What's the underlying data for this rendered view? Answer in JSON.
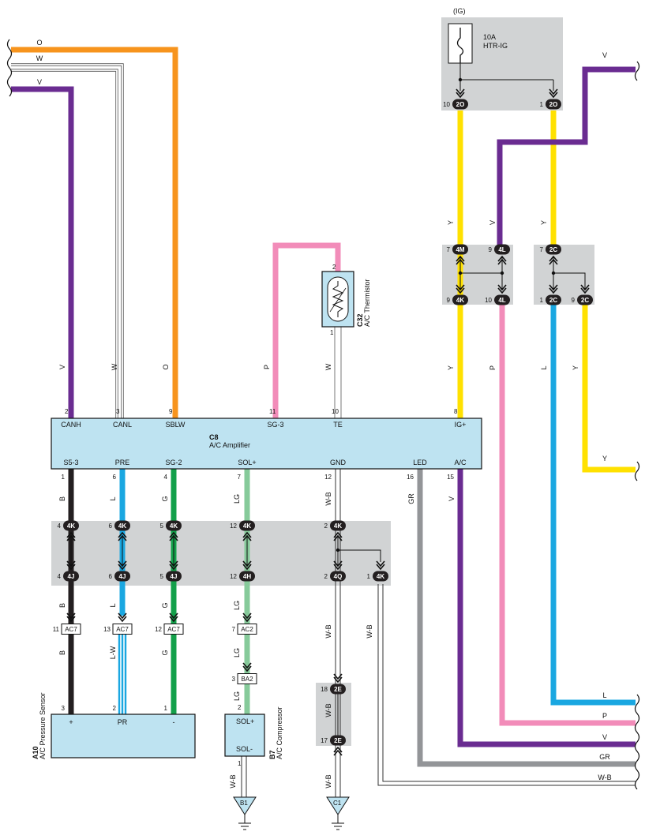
{
  "power": {
    "source": "(IG)",
    "fuse_rating": "10A",
    "fuse_name": "HTR-IG"
  },
  "amplifier": {
    "code": "C8",
    "name": "A/C Amplifier",
    "top_pins": [
      {
        "num": "2",
        "name": "CANH"
      },
      {
        "num": "3",
        "name": "CANL"
      },
      {
        "num": "9",
        "name": "SBLW"
      },
      {
        "num": "11",
        "name": "SG-3"
      },
      {
        "num": "10",
        "name": "TE"
      },
      {
        "num": "8",
        "name": "IG+"
      }
    ],
    "bottom_pins": [
      {
        "num": "1",
        "name": "S5-3"
      },
      {
        "num": "6",
        "name": "PRE"
      },
      {
        "num": "4",
        "name": "SG-2"
      },
      {
        "num": "7",
        "name": "SOL+"
      },
      {
        "num": "12",
        "name": "GND"
      },
      {
        "num": "16",
        "name": "LED"
      },
      {
        "num": "15",
        "name": "A/C"
      }
    ]
  },
  "thermistor": {
    "code": "C32",
    "name": "A/C Thermistor",
    "pin_top": "2",
    "pin_bottom": "1"
  },
  "pressure_sensor": {
    "code": "A10",
    "name": "A/C Pressure Sensor",
    "pins": [
      {
        "num": "3",
        "name": "+"
      },
      {
        "num": "2",
        "name": "PR"
      },
      {
        "num": "1",
        "name": "-"
      }
    ]
  },
  "compressor": {
    "code": "B7",
    "name": "A/C Compressor",
    "pin_top_num": "2",
    "pin_top": "SOL+",
    "pin_bottom": "SOL-",
    "pin_bottom_num": "1"
  },
  "grounds": [
    "B1",
    "C1"
  ],
  "wire_colors": {
    "O": "#f7941d",
    "W": "#ffffff",
    "V": "#6a2c91",
    "P": "#f28cb9",
    "Y": "#ffe100",
    "L": "#1aa7e1",
    "B": "#231f20",
    "G": "#13a04a",
    "LG": "#86ca9a",
    "GR": "#939598",
    "W-B": "#ffffff"
  },
  "wire_codes": [
    "O",
    "W",
    "V",
    "P",
    "Y",
    "L",
    "B",
    "G",
    "LG",
    "GR",
    "W-B",
    "L-W"
  ],
  "connectors": {
    "fuse_left": {
      "pin": "10",
      "code": "2O"
    },
    "fuse_right": {
      "pin": "1",
      "code": "2O"
    },
    "j4M": {
      "pin": "7",
      "code": "4M"
    },
    "j4L_top": {
      "pin": "9",
      "code": "4L"
    },
    "j4K_r": {
      "pin": "9",
      "code": "4K"
    },
    "j4L_bot": {
      "pin": "10",
      "code": "4L"
    },
    "j2C_top": {
      "pin": "7",
      "code": "2C"
    },
    "j2C_b1": {
      "pin": "1",
      "code": "2C"
    },
    "j2C_b9": {
      "pin": "9",
      "code": "2C"
    },
    "row1": [
      {
        "pin": "4",
        "code": "4K"
      },
      {
        "pin": "6",
        "code": "4K"
      },
      {
        "pin": "5",
        "code": "4K"
      },
      {
        "pin": "12",
        "code": "4K"
      },
      {
        "pin": "2",
        "code": "4K"
      }
    ],
    "row2": [
      {
        "pin": "4",
        "code": "4J"
      },
      {
        "pin": "6",
        "code": "4J"
      },
      {
        "pin": "5",
        "code": "4J"
      },
      {
        "pin": "12",
        "code": "4H"
      },
      {
        "pin": "2",
        "code": "4Q"
      },
      {
        "pin": "1",
        "code": "4K"
      }
    ],
    "row3": [
      {
        "pin": "11",
        "code": "AC7"
      },
      {
        "pin": "13",
        "code": "AC7"
      },
      {
        "pin": "12",
        "code": "AC7"
      },
      {
        "pin": "7",
        "code": "AC2"
      }
    ],
    "ba2": {
      "pin": "3",
      "code": "BA2"
    },
    "e2E_top": {
      "pin": "18",
      "code": "2E"
    },
    "e2E_bot": {
      "pin": "17",
      "code": "2E"
    }
  }
}
